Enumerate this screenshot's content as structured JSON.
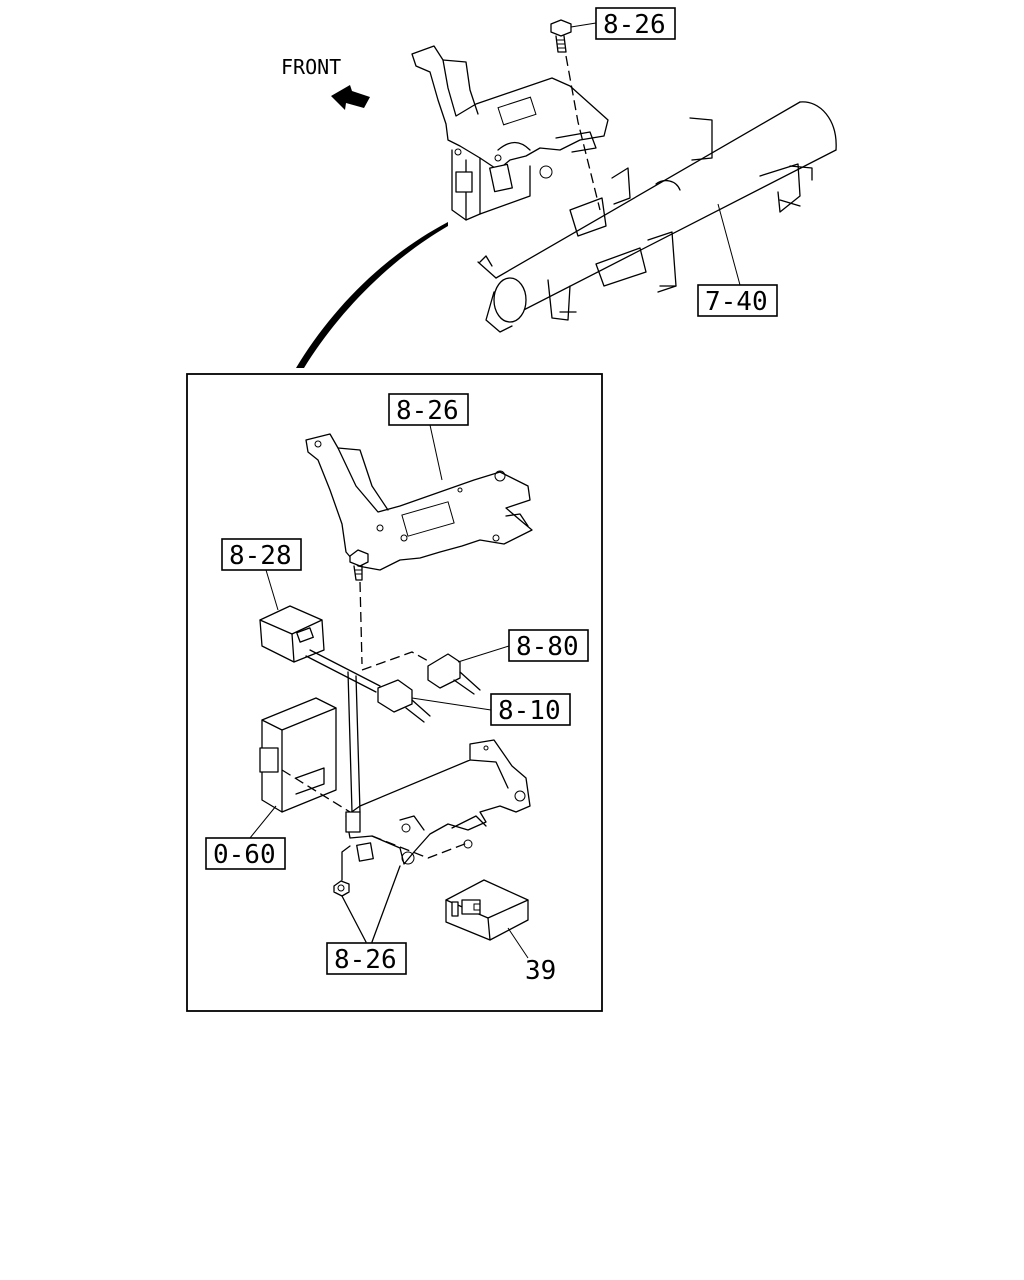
{
  "direction_label": "FRONT",
  "callouts": {
    "top_bolt": "8-26",
    "crossmember": "7-40",
    "detail_bracket": "8-26",
    "relay_a": "8-28",
    "connector_a": "8-80",
    "connector_b": "8-10",
    "control_unit": "0-60",
    "fasteners": "8-26",
    "relay_b": "39"
  },
  "icons": [
    "front-arrow-icon"
  ]
}
